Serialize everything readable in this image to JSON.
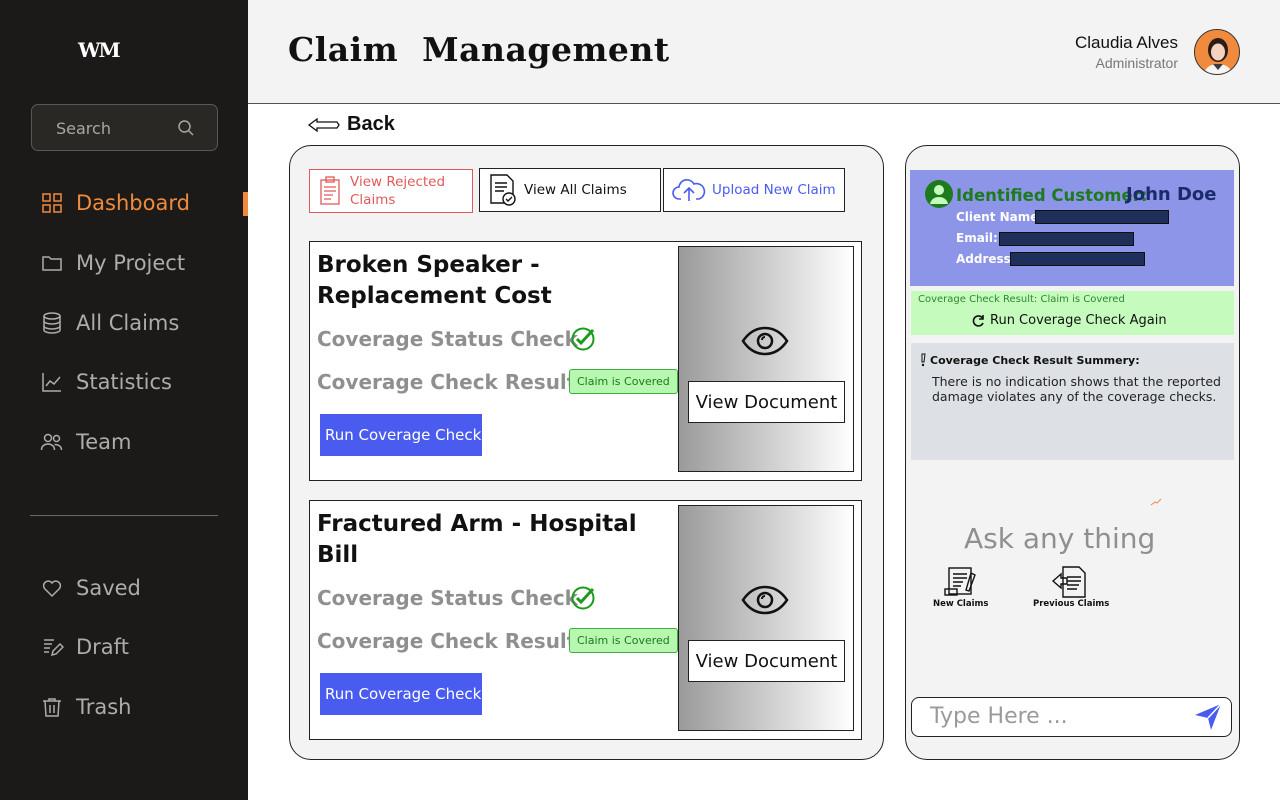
{
  "sidebar": {
    "logo": "WM",
    "search_placeholder": "Search",
    "items": [
      {
        "label": "Dashboard"
      },
      {
        "label": "My Project"
      },
      {
        "label": "All Claims"
      },
      {
        "label": "Statistics"
      },
      {
        "label": "Team"
      },
      {
        "label": "Saved"
      },
      {
        "label": "Draft"
      },
      {
        "label": "Trash"
      }
    ]
  },
  "header": {
    "title": "Claim  Management",
    "user_name": "Claudia Alves",
    "user_role": "Administrator"
  },
  "back_label": "Back",
  "actions": {
    "rejected": "View Rejected Claims",
    "all": "View All Claims",
    "upload": "Upload New Claim"
  },
  "claims": [
    {
      "title": "Broken Speaker - Replacement Cost",
      "status_label": "Coverage Status Check",
      "result_label": "Coverage Check Result:",
      "result_badge": "Claim is Covered",
      "run_label": "Run Coverage Check",
      "view_doc": "View Document"
    },
    {
      "title": "Fractured Arm - Hospital Bill",
      "status_label": "Coverage Status Check",
      "result_label": "Coverage Check Result:",
      "result_badge": "Claim is Covered",
      "run_label": "Run Coverage Check",
      "view_doc": "View Document"
    }
  ],
  "chat": {
    "identified_label": "Identified Customer:",
    "customer_name": "John Doe",
    "client_name_label": "Client Name:",
    "email_label": "Email:",
    "address_label": "Address:",
    "coverage_result": "Coverage Check Result: Claim is Covered",
    "rerun_label": "Run Coverage Check Again",
    "summary_title": "Coverage Check Result Summery:",
    "summary_text": "There is no indication shows that the reported damage violates any of the coverage checks.",
    "ask_text": "Ask any thing",
    "quick_new": "New Claims",
    "quick_prev": "Previous Claims",
    "input_placeholder": "Type Here ..."
  }
}
